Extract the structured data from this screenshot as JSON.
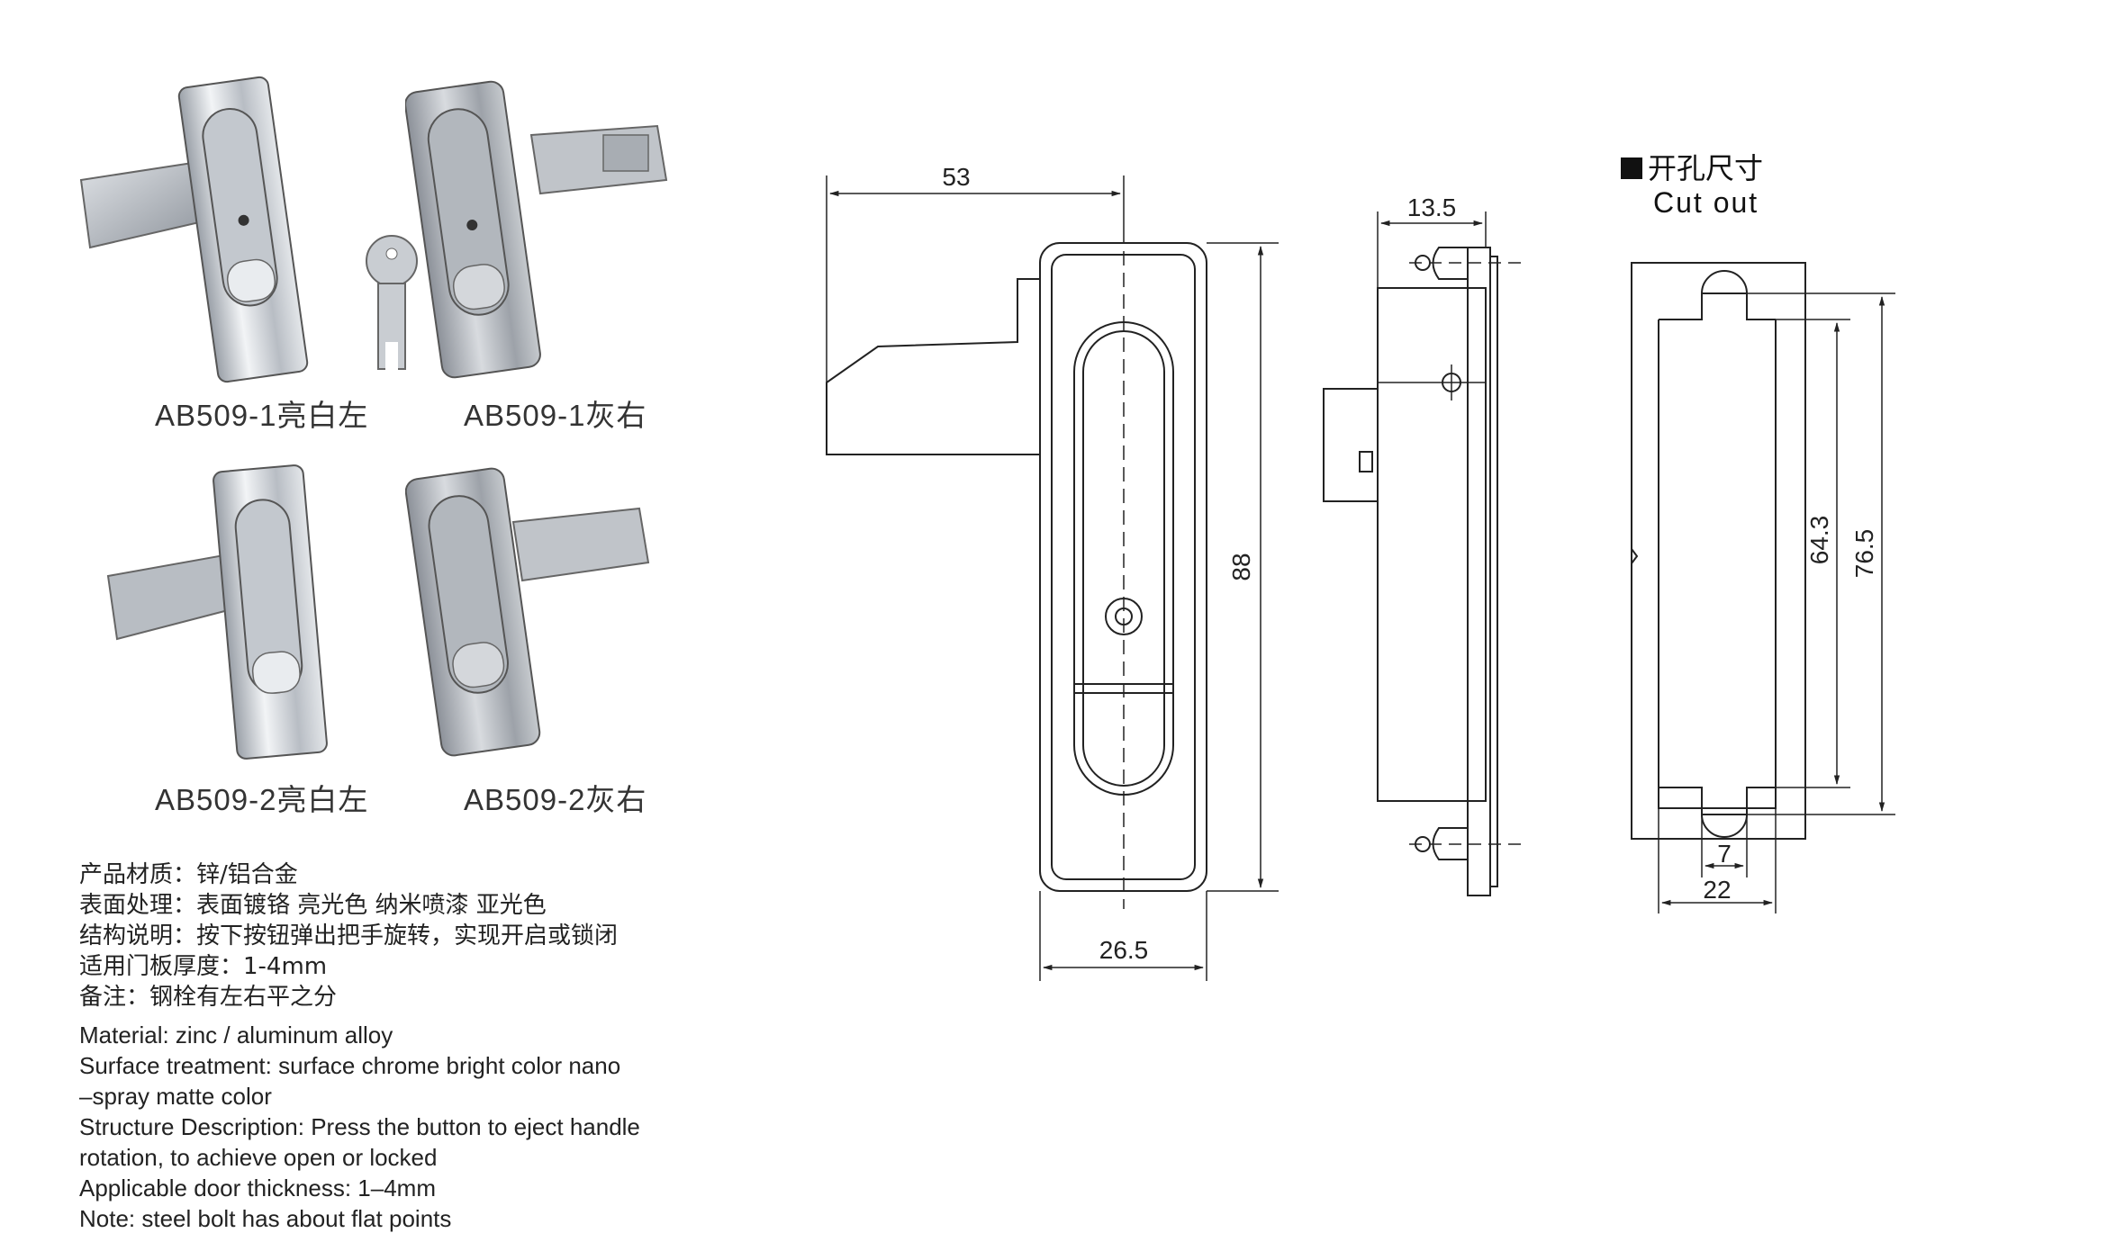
{
  "products": [
    {
      "code": "AB509-1亮白左",
      "finish": "bright"
    },
    {
      "code": "AB509-1灰右",
      "finish": "gray"
    },
    {
      "code": "AB509-2亮白左",
      "finish": "bright"
    },
    {
      "code": "AB509-2灰右",
      "finish": "gray"
    }
  ],
  "specs_cn": [
    "产品材质：锌/铝合金",
    "表面处理：表面镀铬 亮光色 纳米喷漆 亚光色",
    "结构说明：按下按钮弹出把手旋转，实现开启或锁闭",
    "适用门板厚度：1-4mm",
    "备注：钢栓有左右平之分"
  ],
  "specs_en": [
    "Material: zinc / aluminum alloy",
    "Surface treatment: surface chrome bright color nano",
    "–spray matte color",
    "Structure Description: Press the button to eject handle",
    "rotation, to achieve open or locked",
    "Applicable door thickness: 1–4mm",
    "Note: steel bolt has about flat points"
  ],
  "dimensions": {
    "front_width_total": "53",
    "front_height": "88",
    "front_body_width": "26.5",
    "side_depth": "13.5",
    "cutout_height_inner": "64.3",
    "cutout_height_outer": "76.5",
    "cutout_notch": "7",
    "cutout_width": "22"
  },
  "cutout": {
    "title": "开孔尺寸",
    "subtitle": "Cut out"
  },
  "colors": {
    "line": "#222222",
    "bright_metal": "#c8ccd2",
    "gray_metal": "#a9adb3"
  }
}
